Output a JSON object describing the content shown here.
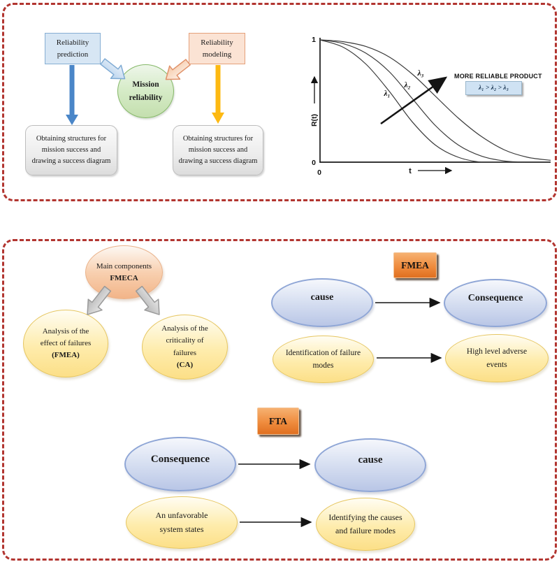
{
  "figure": {
    "panel1": {
      "flow": {
        "prediction_label": "Reliability prediction",
        "modeling_label": "Reliability modeling",
        "mission_label": "Mission reliability",
        "left_outcome": "Obtaining structures for mission success and drawing a success diagram",
        "right_outcome": "Obtaining structures for mission success and drawing a success diagram"
      }
    },
    "panel2": {
      "fmeca": {
        "root_name": "Main components",
        "root_abbr": "FMECA",
        "left_name": "Analysis of the effect of failures",
        "left_abbr": "(FMEA)",
        "right_name": "Analysis of the criticality of failures",
        "right_abbr": "(CA)"
      },
      "fmea": {
        "title": "FMEA",
        "row1_left": "cause",
        "row1_right": "Consequence",
        "row2_left": "Identification of failure modes",
        "row2_right": "High level adverse events"
      },
      "fta": {
        "title": "FTA",
        "row1_left": "Consequence",
        "row1_right": "cause",
        "row2_left": "An unfavorable system states",
        "row2_right": "Identifying the causes and failure modes"
      }
    }
  },
  "chart_data": {
    "type": "line",
    "title": "",
    "xlabel": "t",
    "ylabel": "R(t)",
    "x_tick_labels": [
      "0"
    ],
    "y_tick_labels": [
      "1",
      "0"
    ],
    "xlim": [
      0,
      1
    ],
    "ylim": [
      0,
      1
    ],
    "grid": false,
    "legend_position": "none",
    "annotation": "MORE RELIABLE PRODUCT",
    "relation_label": "λ₁ > λ₂ > λ₃",
    "series": [
      {
        "name": "λ₁",
        "x": [
          0,
          0.1,
          0.2,
          0.3,
          0.4,
          0.5,
          0.6,
          0.7,
          0.8,
          0.9,
          1
        ],
        "R": [
          1,
          0.94,
          0.8,
          0.58,
          0.33,
          0.14,
          0.04,
          0,
          0,
          0,
          0
        ]
      },
      {
        "name": "λ₂",
        "x": [
          0,
          0.1,
          0.2,
          0.3,
          0.4,
          0.5,
          0.6,
          0.7,
          0.8,
          0.9,
          1
        ],
        "R": [
          1,
          0.97,
          0.89,
          0.74,
          0.52,
          0.3,
          0.14,
          0.05,
          0.01,
          0,
          0
        ]
      },
      {
        "name": "λ₃",
        "x": [
          0,
          0.1,
          0.2,
          0.3,
          0.4,
          0.5,
          0.6,
          0.7,
          0.8,
          0.9,
          1
        ],
        "R": [
          1,
          0.985,
          0.945,
          0.86,
          0.72,
          0.54,
          0.36,
          0.21,
          0.1,
          0.04,
          0.015
        ]
      }
    ]
  },
  "colors": {
    "panel_border": "#b23530",
    "blue_box_fill": "#d7e6f4",
    "orange_box_fill": "#fbe3d4",
    "green_circle_fill": "#d7ecc9",
    "gray_box_fill": "#ececec",
    "blue_arrow": "#4a86c8",
    "yellow_arrow": "#ffc000",
    "header_orange": "#ed7d31",
    "blue_ellipse": "#b9c6e6",
    "yellow_ellipse": "#fcdf87",
    "peach_ellipse": "#f2b488",
    "relation_box_fill": "#cfe2f3"
  }
}
